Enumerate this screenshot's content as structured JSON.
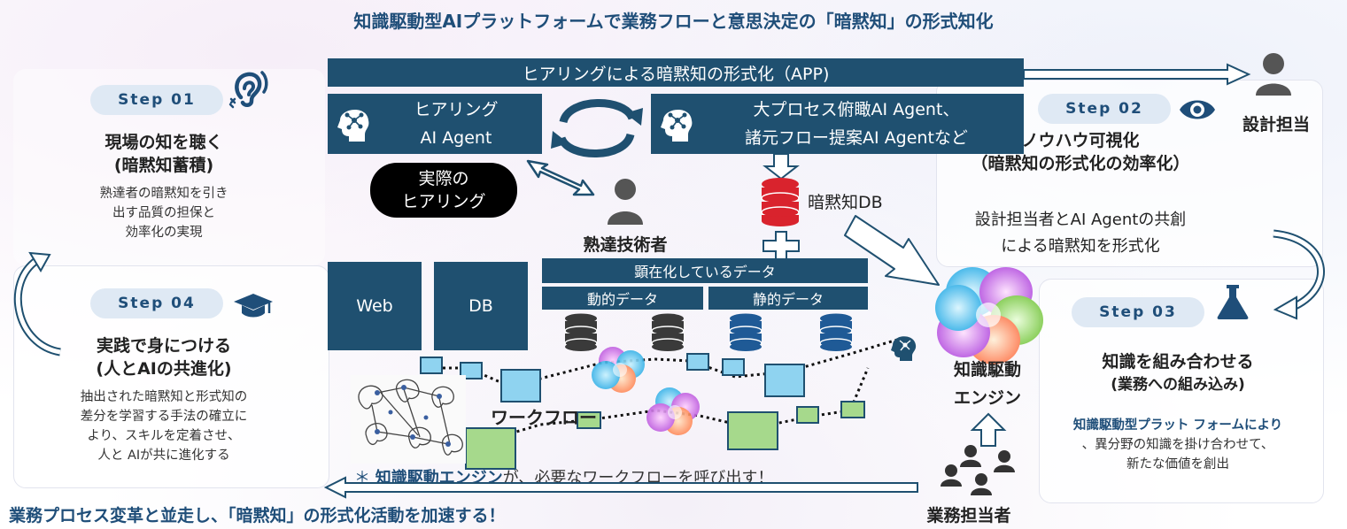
{
  "title": "知識駆動型AIプラットフォームで業務フローと意思決定の「暗黙知」の形式知化",
  "steps": {
    "s01": {
      "label": "Step 01",
      "heading1": "現場の知を聴く",
      "heading2": "(暗黙知蓄積)",
      "desc": [
        "熟達者の暗黙知を引き",
        "出す品質の担保と",
        "効率化の実現"
      ],
      "icon": "ear-icon"
    },
    "s02": {
      "label": "Step 02",
      "heading1": "ノウハウ可視化",
      "heading2": "（暗黙知の形式化の効率化）",
      "desc": [
        "設計担当者とAI Agentの共創",
        "による暗黙知を形式化"
      ],
      "icon": "eye-icon"
    },
    "s03": {
      "label": "Step 03",
      "heading1": "知識を組み合わせる",
      "heading2": "(業務への組み込み)",
      "highlight": "知識駆動型プラット フォームにより",
      "desc": [
        "、異分野の知識を掛け合わせて、",
        "新たな価値を創出"
      ],
      "icon": "flask-icon"
    },
    "s04": {
      "label": "Step 04",
      "heading1": "実践で身につける",
      "heading2": "(人とAIの共進化)",
      "desc": [
        "抽出された暗黙知と形式知の",
        "差分を学習する手法の確立に",
        "より、スキルを定着させ、",
        "人と AIが共に進化する"
      ],
      "icon": "graduation-cap-icon"
    }
  },
  "center": {
    "hearing_banner": "ヒアリングによる暗黙知の形式化（APP)",
    "agent1": [
      "ヒアリング",
      "AI Agent"
    ],
    "agent2": [
      "大プロセス俯瞰AI Agent、",
      "諸元フロー提案AI Agentなど"
    ],
    "actual_hearing": [
      "実際の",
      "ヒアリング"
    ],
    "expert": "熟達技術者",
    "tacit_db": "暗黙知DB",
    "explicit_data": "顕在化しているデータ",
    "dynamic_data": "動的データ",
    "static_data": "静的データ",
    "web": "Web",
    "db": "DB",
    "workflow": "ワークフロー",
    "engine": [
      "知識駆動",
      "エンジン"
    ],
    "business_user": "業務担当者",
    "designer": "設計担当",
    "note_prefix": "＊",
    "note_highlight": "知識駆動エンジン",
    "note_rest": "が、必要なワークフローを呼び出す！"
  },
  "footer": "業務プロセス変革と並走し、「暗黙知」の形式化活動を加速する！",
  "colors": {
    "navy": "#1f5070",
    "accent_blue": "#1f4e79",
    "workflow_blue": "#8fd3f0",
    "workflow_green": "#a6d98c",
    "db_red": "#d9232d",
    "db_dark": "#3a3a3a",
    "db_blue": "#1f5a96"
  }
}
